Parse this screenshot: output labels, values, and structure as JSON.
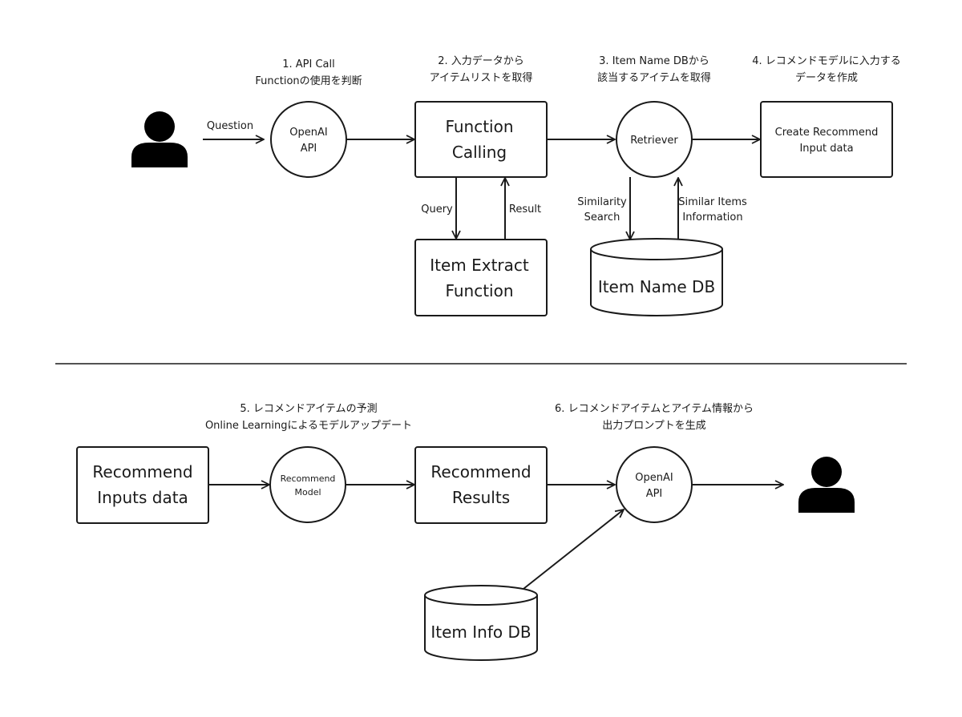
{
  "top": {
    "step1": {
      "line1": "1. API Call",
      "line2": "Functionの使用を判断"
    },
    "step2": {
      "line1": "2. 入力データから",
      "line2": "アイテムリストを取得"
    },
    "step3": {
      "line1": "3. Item Name DBから",
      "line2": "該当するアイテムを取得"
    },
    "step4": {
      "line1": "4. レコメンドモデルに入力する",
      "line2": "データを作成"
    },
    "question_label": "Question",
    "openai": {
      "line1": "OpenAI",
      "line2": "API"
    },
    "function_calling": {
      "line1": "Function",
      "line2": "Calling"
    },
    "retriever": "Retriever",
    "create_input": {
      "line1": "Create Recommend",
      "line2": "Input data"
    },
    "query_label": "Query",
    "result_label": "Result",
    "item_extract": {
      "line1": "Item Extract",
      "line2": "Function"
    },
    "similarity": {
      "line1": "Similarity",
      "line2": "Search"
    },
    "similar_items": {
      "line1": "Similar Items",
      "line2": "Information"
    },
    "item_name_db": "Item Name DB"
  },
  "bottom": {
    "step5": {
      "line1": "5. レコメンドアイテムの予測",
      "line2": "Online Learningによるモデルアップデート"
    },
    "step6": {
      "line1": "6. レコメンドアイテムとアイテム情報から",
      "line2": "出力プロンプトを生成"
    },
    "recommend_inputs": {
      "line1": "Recommend",
      "line2": "Inputs data"
    },
    "recommend_model": {
      "line1": "Recommend",
      "line2": "Model"
    },
    "recommend_results": {
      "line1": "Recommend",
      "line2": "Results"
    },
    "openai": {
      "line1": "OpenAI",
      "line2": "API"
    },
    "item_info_db": "Item Info DB"
  },
  "colors": {
    "ink": "#1a1a1a",
    "background": "#ffffff"
  }
}
